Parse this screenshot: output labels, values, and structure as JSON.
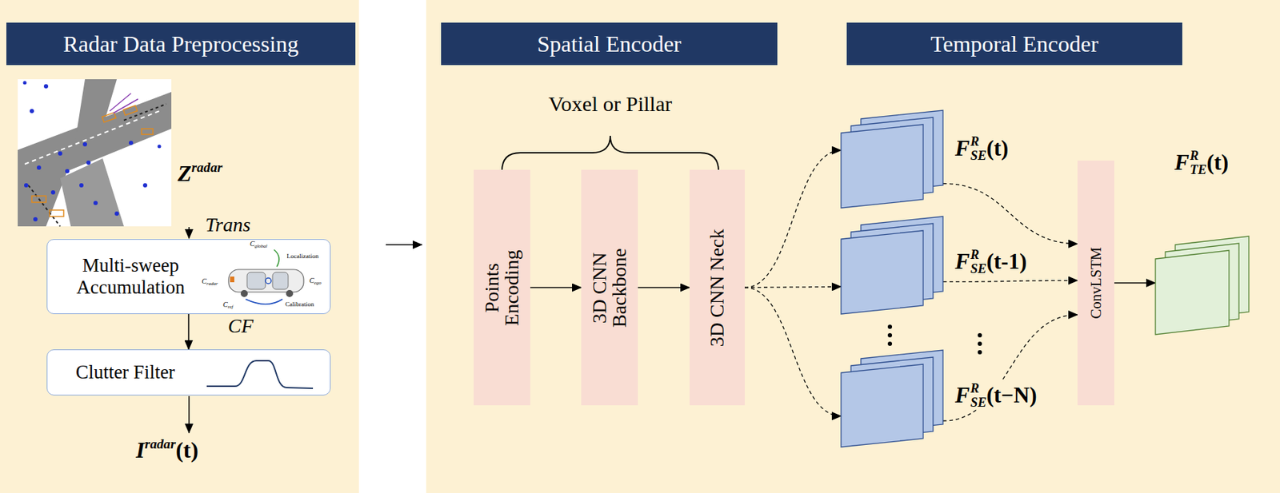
{
  "diagram": {
    "nodes": [
      {
        "text": [
          "Radar Data Preprocessing"
        ]
      },
      {
        "text": [
          "Multi-sweep Accumulation"
        ]
      },
      {
        "text": [
          "Clutter Filter"
        ]
      },
      {
        "text": [
          "Spatial Encoder"
        ]
      },
      {
        "text": [
          "Points Encoding"
        ]
      },
      {
        "text": [
          "3D CNN Backbone"
        ]
      },
      {
        "text": [
          "3D CNN Neck"
        ]
      },
      {
        "text": [
          "Temporal Encoder"
        ]
      },
      {
        "text": [
          "F",
          "R",
          "SE",
          "(t)"
        ]
      },
      {
        "text": [
          "F",
          "R",
          "SE",
          "(t-1)"
        ]
      },
      {
        "text": [
          "F",
          "R",
          "SE",
          "(t−N)"
        ]
      },
      {
        "text": [
          "ConvLSTM"
        ]
      },
      {
        "text": [
          "F",
          "R",
          "TE",
          "(t)"
        ]
      }
    ],
    "edges": [
      {
        "from": 1,
        "to": 2,
        "arrow": "to"
      },
      {
        "from": 4,
        "to": 5,
        "arrow": "to"
      },
      {
        "from": 5,
        "to": 6,
        "arrow": "to"
      },
      {
        "from": 6,
        "to": 8,
        "arrow": "to"
      },
      {
        "from": 6,
        "to": 9,
        "arrow": "to"
      },
      {
        "from": 6,
        "to": 10,
        "arrow": "to"
      },
      {
        "from": 8,
        "to": 11,
        "arrow": "to"
      },
      {
        "from": 9,
        "to": 11,
        "arrow": "to"
      },
      {
        "from": 10,
        "to": 11,
        "arrow": "to"
      },
      {
        "from": 11,
        "to": 12,
        "arrow": "to"
      }
    ],
    "labels": [
      "Z",
      "radar",
      "Trans",
      "CF",
      "I",
      "radar",
      "(t)",
      "Voxel or Pillar",
      "C",
      "global",
      "Localization",
      "C",
      "radar",
      "Calibration",
      "C",
      "ego",
      "C",
      "ref"
    ]
  }
}
